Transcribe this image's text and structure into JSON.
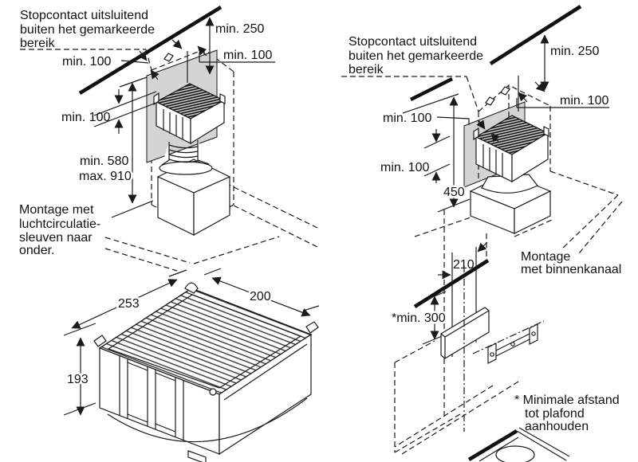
{
  "colors": {
    "line": "#1a1a1a",
    "panel_fill": "#d4d4d4",
    "background": "#ffffff"
  },
  "left_installation": {
    "note_lines": [
      "Stopcontact uitsluitend",
      "buiten het gemarkeerde",
      "bereik"
    ],
    "dim_ceiling_gap": "min. 250",
    "dim_side_top": "min. 100",
    "dim_side_left": "min. 100",
    "dim_side_lower": "min. 100",
    "dim_height_min": "min. 580",
    "dim_height_max": "max. 910",
    "caption_lines": [
      "Montage met",
      "luchtcirculatie-",
      "sleuven naar",
      "onder."
    ]
  },
  "module_dimensions": {
    "width": "253",
    "depth": "200",
    "height": "193"
  },
  "right_installation": {
    "note_lines": [
      "Stopcontact uitsluitend",
      "buiten het gemarkeerde",
      "bereik"
    ],
    "dim_ceiling_gap": "min. 250",
    "dim_side_right": "min. 100",
    "dim_side_left_upper": "min. 100",
    "dim_side_left_lower": "min. 100",
    "dim_height": "450",
    "caption_lines": [
      "Montage",
      "met binnenkanaal"
    ]
  },
  "bracket_mounting": {
    "dim_width": "210",
    "dim_ceiling_distance": "*min. 300",
    "footnote_lines": [
      "* Minimale afstand",
      "tot plafond",
      "aanhouden"
    ]
  }
}
